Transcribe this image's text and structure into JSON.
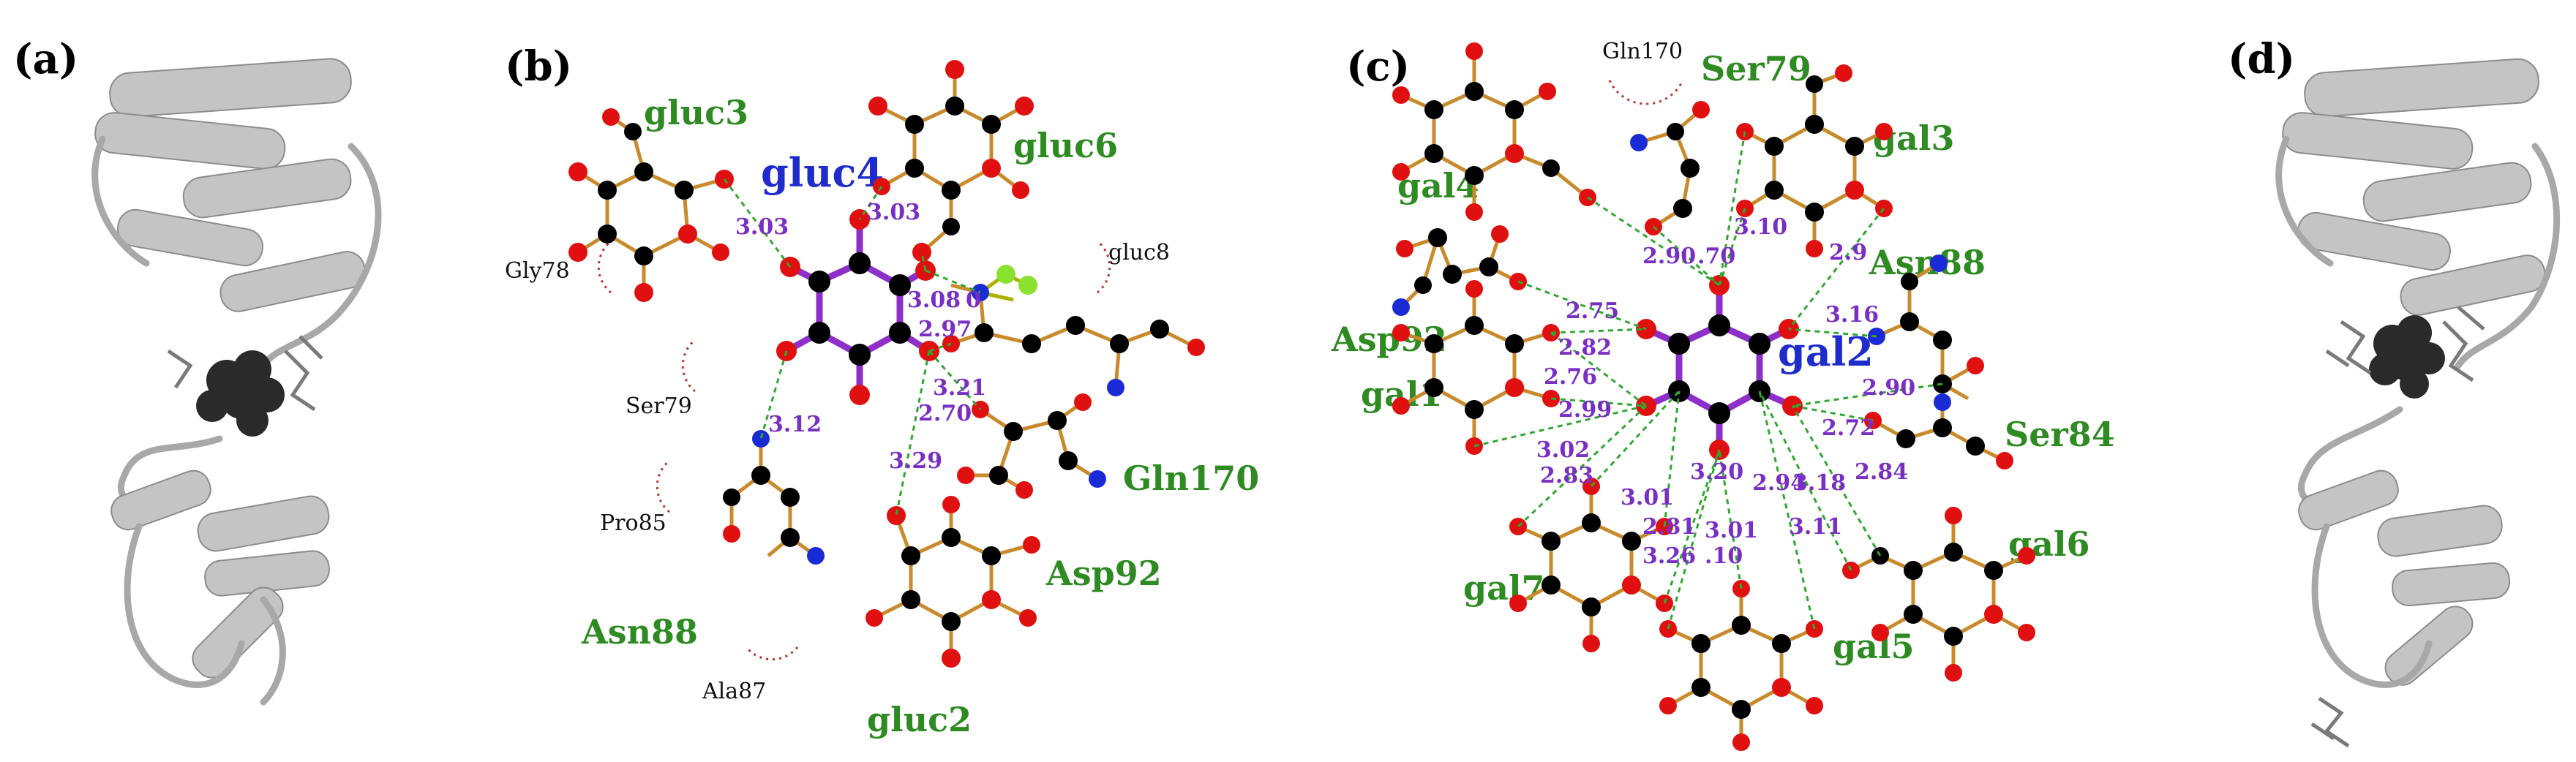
{
  "panels": {
    "a": {
      "label": "(a)"
    },
    "b": {
      "label": "(b)",
      "residues": {
        "gluc4": "gluc4",
        "gluc3": "gluc3",
        "gluc6": "gluc6",
        "gluc8": "gluc8",
        "gly78": "Gly78",
        "ser79": "Ser79",
        "pro85": "Pro85",
        "asn88": "Asn88",
        "ala87": "Ala87",
        "gluc2": "gluc2",
        "gln170": "Gln170",
        "asp92": "Asp92"
      },
      "distances": [
        "3.03",
        "3.03",
        "3.08",
        "0",
        "2.97",
        "3.21",
        "2.70",
        "3.29",
        "3.12"
      ]
    },
    "c": {
      "label": "(c)",
      "residues": {
        "gal2": "gal2",
        "gln170": "Gln170",
        "ser79": "Ser79",
        "gal3": "gal3",
        "gal4": "gal4",
        "asn88": "Asn88",
        "asp92": "Asp92",
        "gal1": "gal1",
        "ser84": "Ser84",
        "gal6": "gal6",
        "gal7": "gal7",
        "gal5": "gal5"
      },
      "distances": [
        "3.10",
        "2.90",
        ".70",
        "2.9",
        "3.16",
        "2.75",
        "2.82",
        "2.76",
        "2.99",
        "2.90",
        "2.72",
        "3.02",
        "2.83",
        "3.01",
        "3.20",
        "2.81",
        "2.94",
        "3.18",
        "2.84",
        "3.01",
        "3.26",
        ".10",
        "3.11"
      ]
    },
    "d": {
      "label": "(d)"
    }
  }
}
